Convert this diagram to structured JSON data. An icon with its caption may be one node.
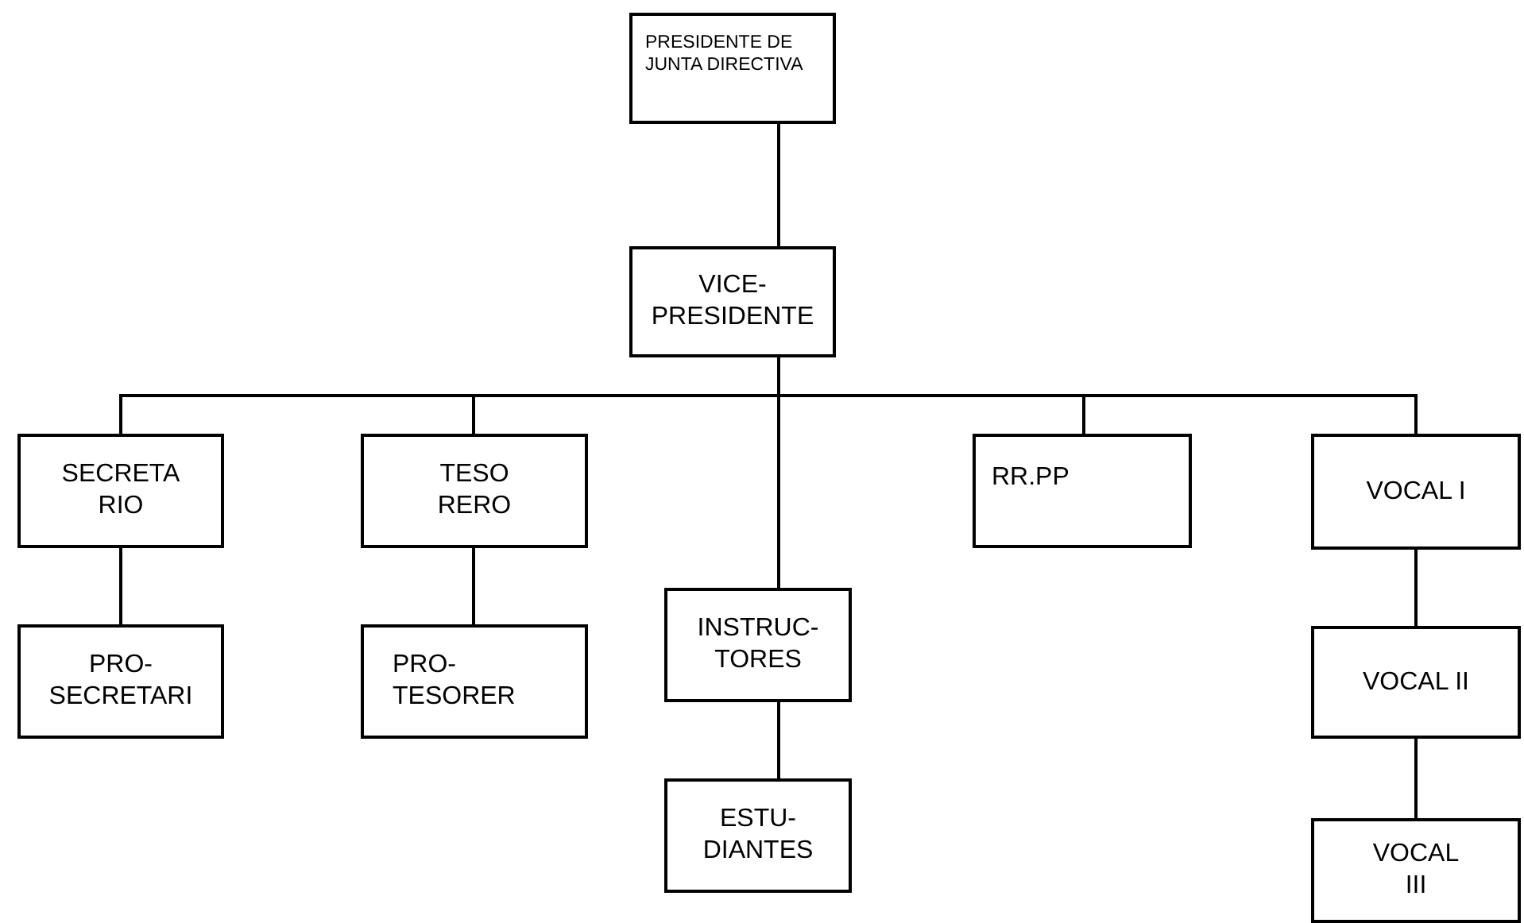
{
  "diagram": {
    "nodes": [
      {
        "text": [
          "PRESIDENTE DE JUNTA DIRECTIVA"
        ]
      },
      {
        "text": [
          "VICE- PRESIDENTE"
        ]
      },
      {
        "text": [
          "SECRETA RIO"
        ]
      },
      {
        "text": [
          "TESO RERO"
        ]
      },
      {
        "text": [
          "INSTRUC- TORES"
        ]
      },
      {
        "text": [
          "RR.PP"
        ]
      },
      {
        "text": [
          "VOCAL I"
        ]
      },
      {
        "text": [
          "PRO- SECRETARI"
        ]
      },
      {
        "text": [
          "PRO- TESORER"
        ]
      },
      {
        "text": [
          "ESTU- DIANTES"
        ]
      },
      {
        "text": [
          "VOCAL II"
        ]
      },
      {
        "text": [
          "VOCAL III"
        ]
      }
    ],
    "edges": [
      {
        "from": 0,
        "to": 1,
        "arrow": "none"
      },
      {
        "from": 1,
        "to": 2,
        "arrow": "none"
      },
      {
        "from": 1,
        "to": 3,
        "arrow": "none"
      },
      {
        "from": 1,
        "to": 4,
        "arrow": "none"
      },
      {
        "from": 1,
        "to": 5,
        "arrow": "none"
      },
      {
        "from": 1,
        "to": 6,
        "arrow": "none"
      },
      {
        "from": 2,
        "to": 7,
        "arrow": "none"
      },
      {
        "from": 3,
        "to": 8,
        "arrow": "none"
      },
      {
        "from": 4,
        "to": 9,
        "arrow": "none"
      },
      {
        "from": 6,
        "to": 10,
        "arrow": "none"
      },
      {
        "from": 10,
        "to": 11,
        "arrow": "none"
      }
    ]
  }
}
